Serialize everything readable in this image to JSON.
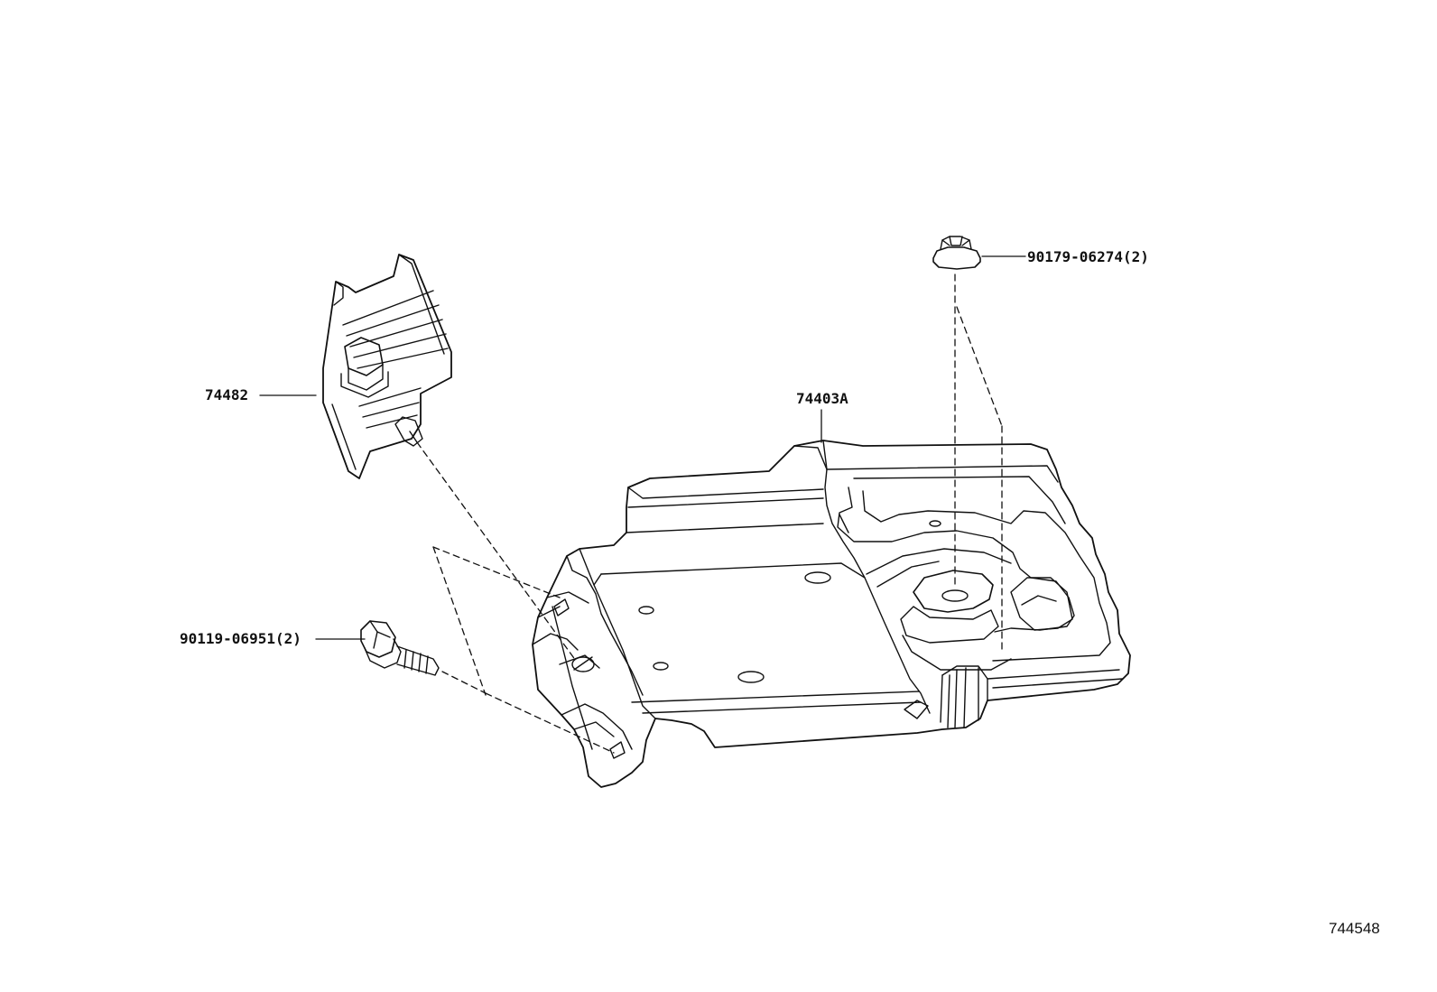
{
  "diagram": {
    "diagram_id": "744548",
    "callouts": [
      {
        "id": "bracket",
        "part_number": "74482"
      },
      {
        "id": "tray",
        "part_number": "74403A"
      },
      {
        "id": "nut",
        "part_number": "90179-06274",
        "qty": "(2)"
      },
      {
        "id": "bolt",
        "part_number": "90119-06951",
        "qty": "(2)"
      }
    ]
  },
  "colors": {
    "line": "#111111",
    "background": "#ffffff"
  }
}
